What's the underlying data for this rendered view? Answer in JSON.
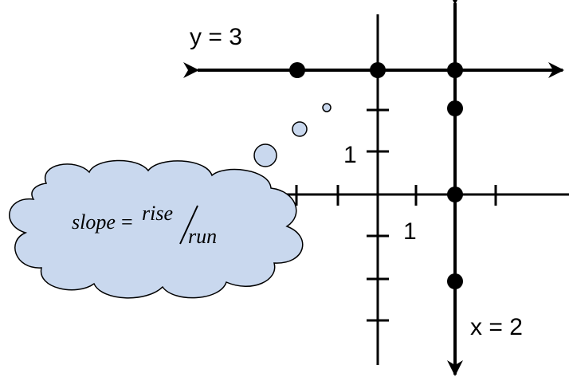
{
  "line_labels": {
    "horizontal": "y = 3",
    "vertical": "x = 2"
  },
  "tick_labels": {
    "y_axis_one": "1",
    "x_axis_one": "1"
  },
  "thought_bubble": {
    "word_slope": "slope",
    "equals": "=",
    "word_rise": "rise",
    "word_run": "run"
  }
}
